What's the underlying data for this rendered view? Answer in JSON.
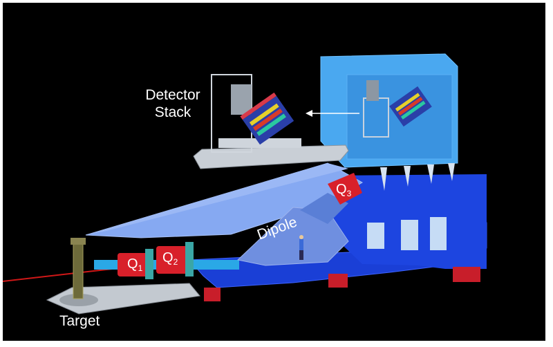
{
  "labels": {
    "detector_line1": "Detector",
    "detector_line2": "Stack",
    "target": "Target",
    "q1_letter": "Q",
    "q1_sub": "1",
    "q2_letter": "Q",
    "q2_sub": "2",
    "q3_letter": "Q",
    "q3_sub": "3",
    "dipole": "Dipole"
  },
  "colors": {
    "background": "#000000",
    "frame_blue": "#1a3fd6",
    "light_blue": "#86a9f2",
    "shield_blue": "#4aa8f0",
    "magnet_red": "#d8202a",
    "support_red": "#c81e2a",
    "beam_red": "#d01818",
    "teal": "#3aa6a6",
    "platform_gray": "#c9cfd6"
  }
}
